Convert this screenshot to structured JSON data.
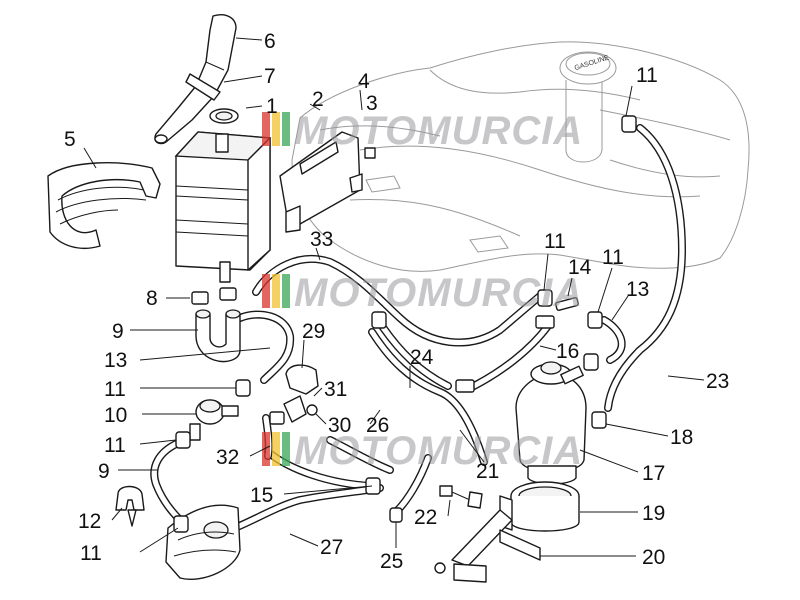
{
  "watermark": {
    "text": "MOTOMURCIA",
    "stripe_colors": [
      "#d9342b",
      "#f2c230",
      "#3aa655"
    ]
  },
  "tank_cap_text": "GASOLINE",
  "callouts": [
    {
      "id": "c6",
      "label": "6"
    },
    {
      "id": "c7",
      "label": "7"
    },
    {
      "id": "c1",
      "label": "1"
    },
    {
      "id": "c2",
      "label": "2"
    },
    {
      "id": "c4",
      "label": "4"
    },
    {
      "id": "c3",
      "label": "3"
    },
    {
      "id": "c5",
      "label": "5"
    },
    {
      "id": "c11a",
      "label": "11"
    },
    {
      "id": "c33",
      "label": "33"
    },
    {
      "id": "c11b",
      "label": "11"
    },
    {
      "id": "c14",
      "label": "14"
    },
    {
      "id": "c11c",
      "label": "11"
    },
    {
      "id": "c13a",
      "label": "13"
    },
    {
      "id": "c8",
      "label": "8"
    },
    {
      "id": "c9a",
      "label": "9"
    },
    {
      "id": "c29",
      "label": "29"
    },
    {
      "id": "c13b",
      "label": "13"
    },
    {
      "id": "c24",
      "label": "24"
    },
    {
      "id": "c16",
      "label": "16"
    },
    {
      "id": "c23",
      "label": "23"
    },
    {
      "id": "c11d",
      "label": "11"
    },
    {
      "id": "c31",
      "label": "31"
    },
    {
      "id": "c10",
      "label": "10"
    },
    {
      "id": "c30",
      "label": "30"
    },
    {
      "id": "c26",
      "label": "26"
    },
    {
      "id": "c18",
      "label": "18"
    },
    {
      "id": "c11e",
      "label": "11"
    },
    {
      "id": "c32",
      "label": "32"
    },
    {
      "id": "c21",
      "label": "21"
    },
    {
      "id": "c9b",
      "label": "9"
    },
    {
      "id": "c17",
      "label": "17"
    },
    {
      "id": "c15",
      "label": "15"
    },
    {
      "id": "c22",
      "label": "22"
    },
    {
      "id": "c19",
      "label": "19"
    },
    {
      "id": "c12",
      "label": "12"
    },
    {
      "id": "c27",
      "label": "27"
    },
    {
      "id": "c11f",
      "label": "11"
    },
    {
      "id": "c25",
      "label": "25"
    },
    {
      "id": "c20",
      "label": "20"
    }
  ]
}
